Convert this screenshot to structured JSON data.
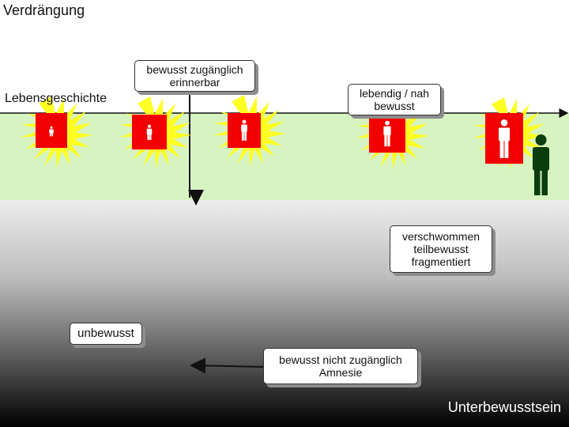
{
  "title": "Verdrängung",
  "life_label": "Lebensgeschichte",
  "subconscious_label": "Unterbewusstsein",
  "boxes": {
    "bewusst": [
      "bewusst zugänglich",
      "erinnerbar"
    ],
    "lebendig": [
      "lebendig / nah",
      "bewusst"
    ],
    "verschwommen": [
      "verschwommen",
      "teilbewusst",
      "fragmentiert"
    ],
    "unbewusst": "unbewusst",
    "amnesie": [
      "bewusst nicht zugänglich",
      "Amnesie"
    ]
  },
  "colors": {
    "conscious_band": "#d7f3c2",
    "burst_yellow": "#ffff22",
    "event_red": "#f20000",
    "person_dark": "#0c3d0c"
  }
}
